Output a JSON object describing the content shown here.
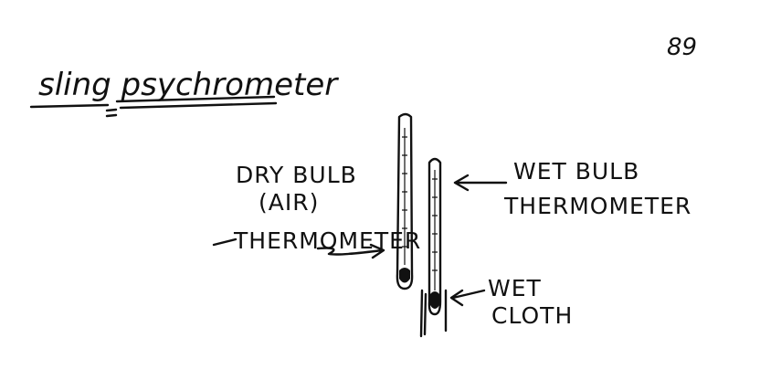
{
  "page_number": "89",
  "title": "sling psychrometer",
  "labels": {
    "dry_bulb_line1": "DRY BULB",
    "dry_bulb_line2": "(AIR)",
    "dry_bulb_line3": "THERMOMETER",
    "wet_bulb_line1": "WET BULB",
    "wet_bulb_line2": "THERMOMETER",
    "wet_cloth_line1": "WET",
    "wet_cloth_line2": "CLOTH"
  }
}
